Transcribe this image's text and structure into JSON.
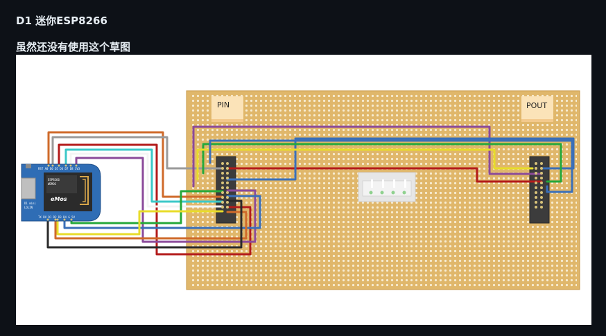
{
  "page": {
    "heading_board": "D1 迷你ESP8266",
    "heading_note": "虽然还没有使用这个草图"
  },
  "diagram": {
    "label_pin": "PIN",
    "label_pout": "POUT",
    "board_logo": "eMos",
    "board_side_text": "D1 mini",
    "board_side_text2": "LOLIN",
    "board_pin_labels_top": "RST A0 D0 D5 D6 D7 D8 3V3",
    "board_pin_labels_bottom": "TX RX D1 D2 D3 D4 G 5V",
    "board_chip_text1": "ESP8266",
    "board_chip_text2": "WEMOS",
    "colors": {
      "page_bg": "#0d1117",
      "stripboard": "#e0b76b",
      "stripboard_edge": "#c99a4a",
      "hole": "#f7ecd1",
      "wemos_pcb": "#2f6db5",
      "header": "#3c3c3c",
      "wire_orange": "#cf6a2a",
      "wire_gray": "#9a9a9a",
      "wire_red": "#b31b1b",
      "wire_cyan": "#3cc8c8",
      "wire_purple": "#8b4a9a",
      "wire_green": "#25a83a",
      "wire_blue": "#3a6fb8",
      "wire_yellow": "#e8dc2a",
      "wire_black": "#2a2a2a",
      "wire_white": "#f4f4f4"
    }
  }
}
